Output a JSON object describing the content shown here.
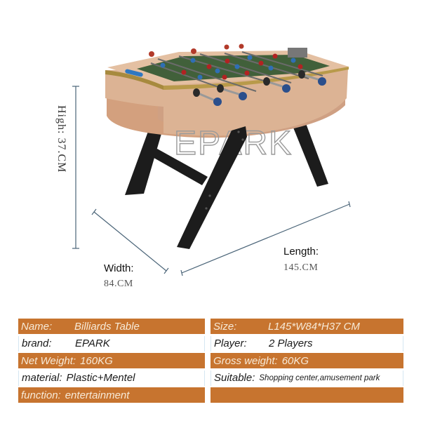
{
  "product": {
    "watermark": "EPARK",
    "colors": {
      "wood": "#d9ab8a",
      "wood_dark": "#b88563",
      "leg": "#1c1c1c",
      "field": "#3d5a2e",
      "team_red": "#b22222",
      "team_blue": "#2f6fb5",
      "handle": "#2b4f8c",
      "dimension_line": "#4a6478"
    }
  },
  "dimensions": {
    "high": {
      "label": "High: 37.CM"
    },
    "width": {
      "label": "Width:",
      "value": "84.CM"
    },
    "length": {
      "label": "Length:",
      "value": "145.CM"
    }
  },
  "specs": {
    "colors": {
      "orange": "#c7742f",
      "white": "#ffffff"
    },
    "rows": [
      {
        "left": {
          "key": "Name:",
          "value": "Billiards Table"
        },
        "right": {
          "key": "Size:",
          "value": "L145*W84*H37 CM"
        },
        "style": "orange"
      },
      {
        "left": {
          "key": "brand:",
          "value": "EPARK"
        },
        "right": {
          "key": "Player:",
          "value": "2 Players"
        },
        "style": "white"
      },
      {
        "left": {
          "key": "Net Weight:",
          "value": "160KG"
        },
        "right": {
          "key": "Gross weight:",
          "value": "60KG"
        },
        "style": "orange"
      },
      {
        "left": {
          "key": "material:",
          "value": "Plastic+Mentel"
        },
        "right": {
          "key": "Suitable:",
          "value": "Shopping center,amusement park"
        },
        "style": "white"
      },
      {
        "left": {
          "key": "function:",
          "value": "entertainment"
        },
        "right": {
          "key": "",
          "value": ""
        },
        "style": "orange"
      }
    ]
  }
}
